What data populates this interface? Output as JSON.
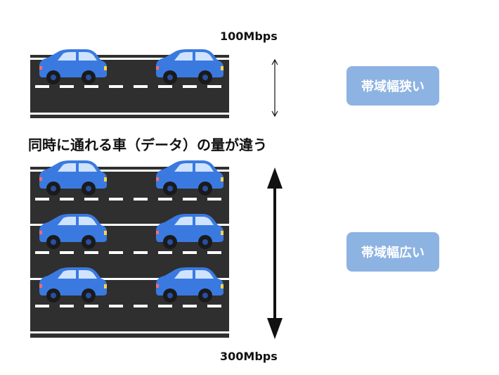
{
  "narrow": {
    "speed": "100Mbps",
    "badge": "帯域幅狭い"
  },
  "wide": {
    "speed": "300Mbps",
    "badge": "帯域幅広い"
  },
  "caption": "同時に通れる車（データ）の量が違う",
  "colors": {
    "road": "#2f2f2f",
    "badge": "#8db3e2",
    "car": "#3a7ae0"
  },
  "icons": {
    "car": "car-icon",
    "arrow": "double-arrow-icon"
  }
}
